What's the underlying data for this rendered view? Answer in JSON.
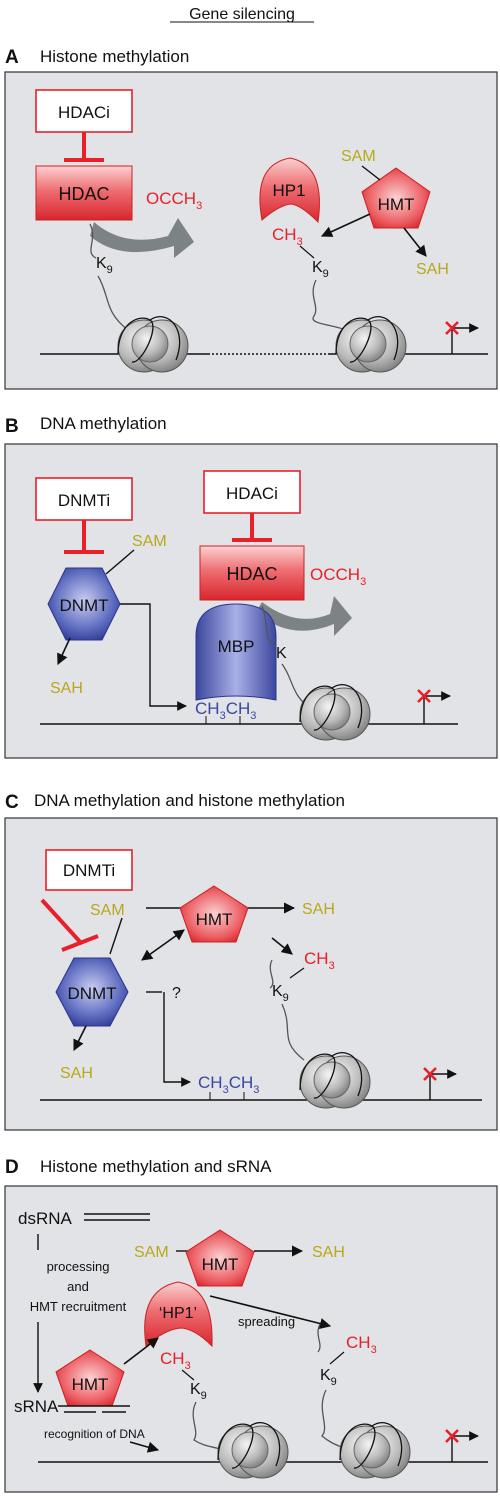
{
  "title": "Gene silencing",
  "colors": {
    "panel_bg": "#e2e3e7",
    "red": "#e8202a",
    "red_fill": "#e96a6e",
    "blue": "#3a47a0",
    "blue_fill": "#5a68b8",
    "yellow": "#b8a81a",
    "gray_arrow": "#7d8385"
  },
  "panels": [
    {
      "letter": "A",
      "heading": "Histone methylation",
      "hdaci": "HDACi",
      "hdac": "HDAC",
      "occh3": "OCCH",
      "occh3_sub": "3",
      "hp1": "HP1",
      "hmt": "HMT",
      "sam": "SAM",
      "sah": "SAH",
      "ch3": "CH",
      "ch3_sub": "3",
      "k9_left": "K",
      "k9_left_sub": "9",
      "k9_right": "K",
      "k9_right_sub": "9"
    },
    {
      "letter": "B",
      "heading": "DNA methylation",
      "dnmti": "DNMTi",
      "dnmt": "DNMT",
      "sam": "SAM",
      "sah": "SAH",
      "hdaci": "HDACi",
      "hdac": "HDAC",
      "occh3": "OCCH",
      "occh3_sub": "3",
      "mbp": "MBP",
      "k": "K",
      "ch3ch3_a": "CH",
      "ch3ch3_a_sub": "3",
      "ch3ch3_b": "CH",
      "ch3ch3_b_sub": "3"
    },
    {
      "letter": "C",
      "heading": "DNA methylation and histone methylation",
      "dnmti": "DNMTi",
      "sam": "SAM",
      "hmt": "HMT",
      "sah_top": "SAH",
      "dnmt": "DNMT",
      "question": "?",
      "sah_bottom": "SAH",
      "ch3": "CH",
      "ch3_sub": "3",
      "k9": "K",
      "k9_sub": "9",
      "ch3ch3_a": "CH",
      "ch3ch3_a_sub": "3",
      "ch3ch3_b": "CH",
      "ch3ch3_b_sub": "3"
    },
    {
      "letter": "D",
      "heading": "Histone methylation and sRNA",
      "dsrna": "dsRNA",
      "processing_1": "processing",
      "processing_2": "and",
      "processing_3": "HMT recruitment",
      "sam": "SAM",
      "hmt_top": "HMT",
      "sah": "SAH",
      "hp1": "‘HP1’",
      "spreading": "spreading",
      "hmt_left": "HMT",
      "srna": "sRNA",
      "recognition": "recognition of DNA",
      "ch3_left": "CH",
      "ch3_left_sub": "3",
      "k9_left": "K",
      "k9_left_sub": "9",
      "ch3_right": "CH",
      "ch3_right_sub": "3",
      "k9_right": "K",
      "k9_right_sub": "9"
    }
  ]
}
